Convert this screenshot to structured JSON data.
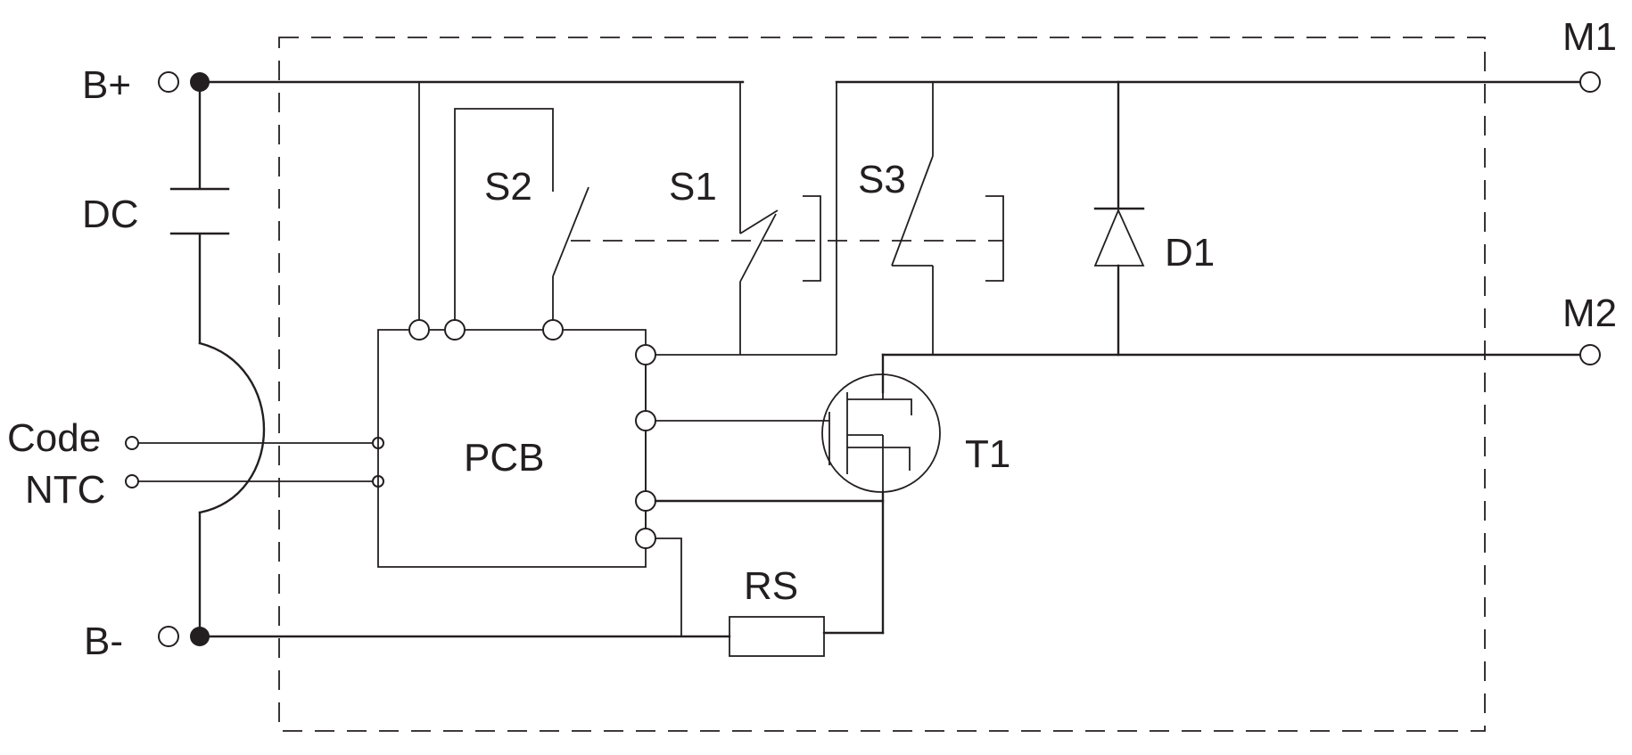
{
  "diagram": {
    "terminals": {
      "b_plus": "B+",
      "b_minus": "B-",
      "m1": "M1",
      "m2": "M2",
      "code": "Code",
      "ntc": "NTC"
    },
    "components": {
      "capacitor": "DC",
      "switch_s1": "S1",
      "switch_s2": "S2",
      "switch_s3": "S3",
      "diode": "D1",
      "transistor": "T1",
      "resistor": "RS",
      "pcb": "PCB"
    },
    "colors": {
      "line": "#231f20",
      "background": "#ffffff"
    }
  }
}
